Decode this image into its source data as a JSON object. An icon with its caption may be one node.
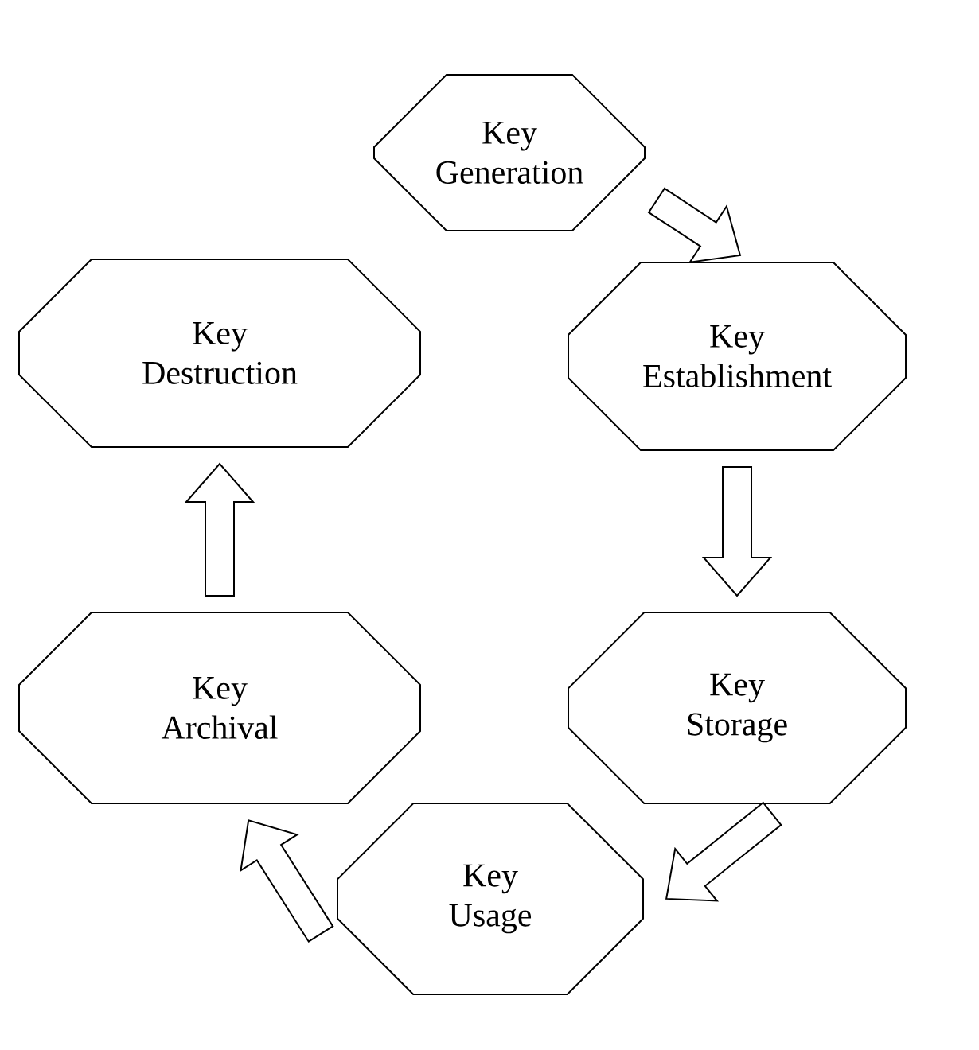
{
  "diagram": {
    "nodes": [
      {
        "text": [
          "Key Generation"
        ]
      },
      {
        "text": [
          "Key Destruction"
        ]
      },
      {
        "text": [
          "Key Establishment"
        ]
      },
      {
        "text": [
          "Key Archival"
        ]
      },
      {
        "text": [
          "Key Storage"
        ]
      },
      {
        "text": [
          "Key Usage"
        ]
      }
    ],
    "edges": [
      {
        "from": 0,
        "to": 2,
        "arrow": "to"
      },
      {
        "from": 2,
        "to": 4,
        "arrow": "to"
      },
      {
        "from": 4,
        "to": 5,
        "arrow": "to"
      },
      {
        "from": 5,
        "to": 3,
        "arrow": "to"
      },
      {
        "from": 3,
        "to": 1,
        "arrow": "to"
      }
    ]
  }
}
